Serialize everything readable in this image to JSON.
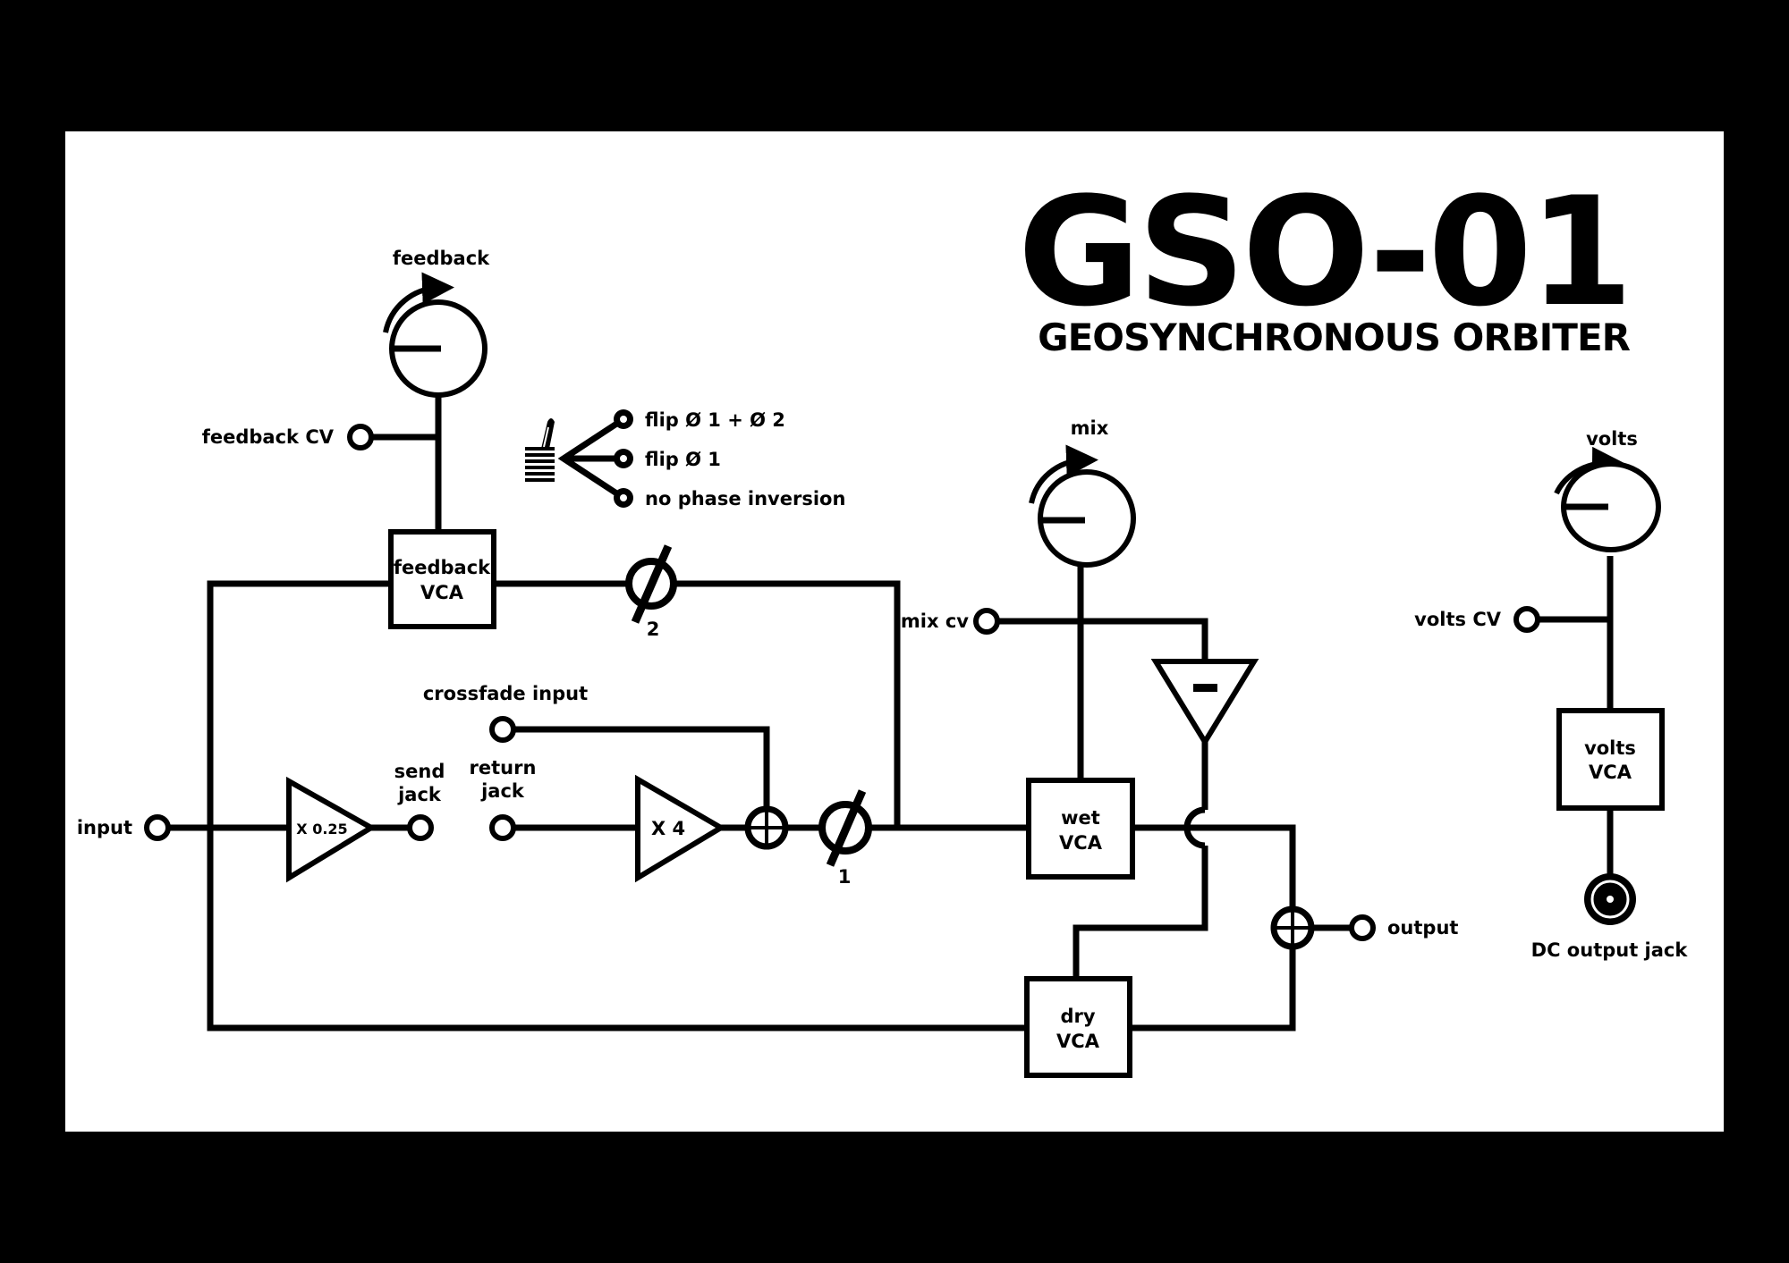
{
  "colors": {
    "background": "#000000",
    "panel": "#ffffff",
    "ink": "#000000"
  },
  "title": {
    "main": "GSO-01",
    "subtitle": "GEOSYNCHRONOUS ORBITER"
  },
  "knobs": {
    "feedback": {
      "label": "feedback",
      "icon": "knob-icon"
    },
    "mix": {
      "label": "mix",
      "icon": "knob-icon"
    },
    "volts": {
      "label": "volts",
      "icon": "knob-icon"
    }
  },
  "jacks": {
    "feedback_cv": "feedback CV",
    "input": "input",
    "send": [
      "send",
      "jack"
    ],
    "return": [
      "return",
      "jack"
    ],
    "crossfade_input": "crossfade input",
    "mix_cv": "mix cv",
    "output": "output",
    "volts_cv": "volts CV",
    "dc_output": "DC output jack"
  },
  "switch": {
    "icon": "toggle-switch-icon",
    "options": [
      "flip Ø 1 + Ø 2",
      "flip Ø 1",
      "no phase inversion"
    ]
  },
  "blocks": {
    "feedback_vca": [
      "feedback",
      "VCA"
    ],
    "wet_vca": [
      "wet",
      "VCA"
    ],
    "dry_vca": [
      "dry",
      "VCA"
    ],
    "volts_vca": [
      "volts",
      "VCA"
    ]
  },
  "amplifiers": {
    "send_gain": "X 0.25",
    "return_gain": "X 4",
    "inverter": "−"
  },
  "phase_inverters": {
    "phi1_label": "1",
    "phi2_label": "2"
  }
}
